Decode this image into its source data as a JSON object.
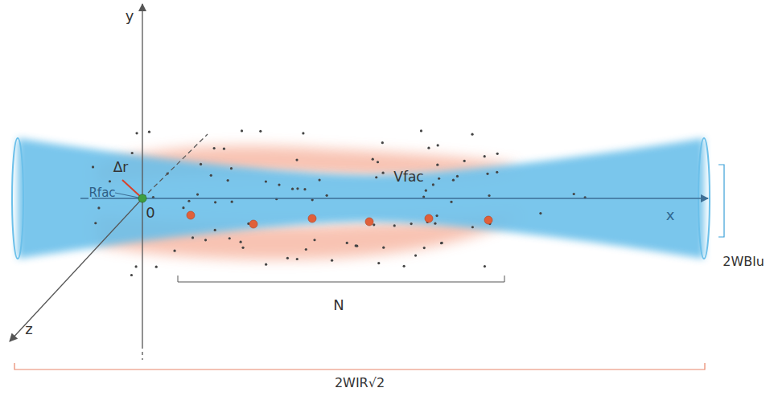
{
  "diagram": {
    "labels": [
      "y",
      "x",
      "z",
      "0",
      "Δr",
      "Rfac",
      "Vfac",
      "N",
      "2WBlu",
      "2WIR√2"
    ]
  }
}
